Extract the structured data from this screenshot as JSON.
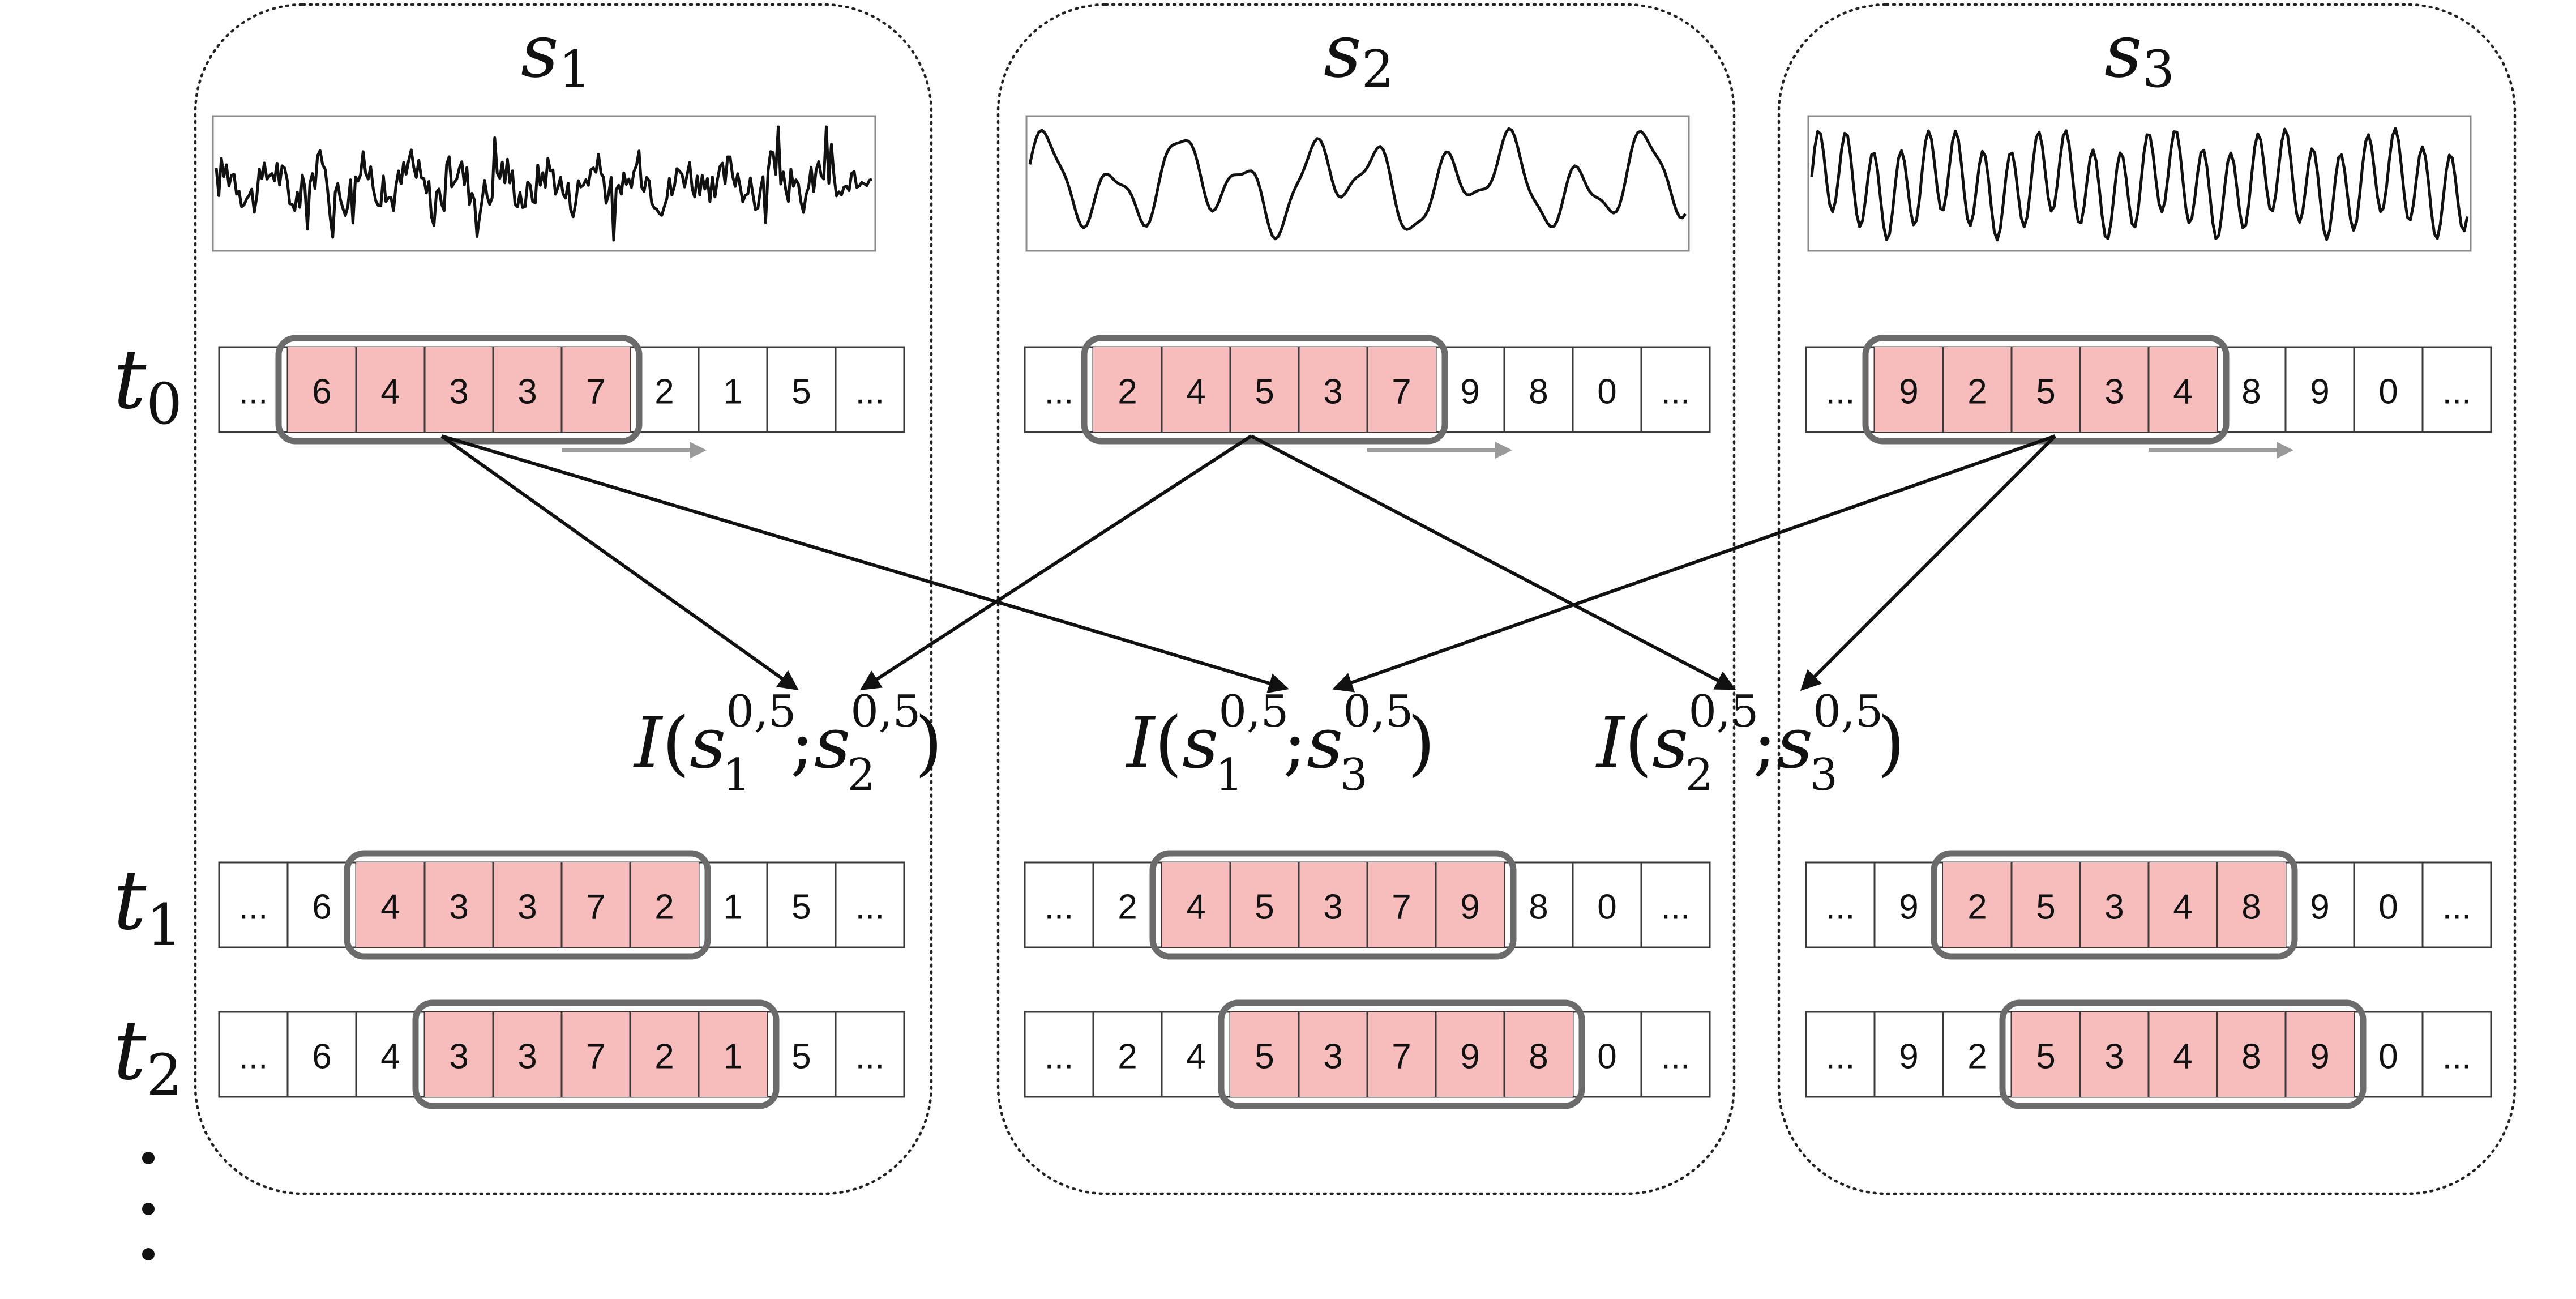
{
  "signals": [
    {
      "name": "s",
      "sub": "1",
      "waveform_style": "noisy-spiky",
      "sequence_t0": [
        "...",
        "6",
        "4",
        "3",
        "3",
        "7",
        "2",
        "1",
        "5",
        "..."
      ],
      "sequence_t1": [
        "...",
        "6",
        "4",
        "3",
        "3",
        "7",
        "2",
        "1",
        "5",
        "..."
      ],
      "sequence_t2": [
        "...",
        "6",
        "4",
        "3",
        "3",
        "7",
        "2",
        "1",
        "5",
        "..."
      ],
      "window_start": [
        1,
        2,
        3
      ]
    },
    {
      "name": "s",
      "sub": "2",
      "waveform_style": "smooth-oscillation",
      "sequence_t0": [
        "...",
        "2",
        "4",
        "5",
        "3",
        "7",
        "9",
        "8",
        "0",
        "..."
      ],
      "sequence_t1": [
        "...",
        "2",
        "4",
        "5",
        "3",
        "7",
        "9",
        "8",
        "0",
        "..."
      ],
      "sequence_t2": [
        "...",
        "2",
        "4",
        "5",
        "3",
        "7",
        "9",
        "8",
        "0",
        "..."
      ],
      "window_start": [
        1,
        2,
        3
      ]
    },
    {
      "name": "s",
      "sub": "3",
      "waveform_style": "fast-oscillation",
      "sequence_t0": [
        "...",
        "9",
        "2",
        "5",
        "3",
        "4",
        "8",
        "9",
        "0",
        "..."
      ],
      "sequence_t1": [
        "...",
        "9",
        "2",
        "5",
        "3",
        "4",
        "8",
        "9",
        "0",
        "..."
      ],
      "sequence_t2": [
        "...",
        "9",
        "2",
        "5",
        "3",
        "4",
        "8",
        "9",
        "0",
        "..."
      ],
      "window_start": [
        1,
        2,
        3
      ]
    }
  ],
  "time_labels": [
    {
      "name": "t",
      "sub": "0"
    },
    {
      "name": "t",
      "sub": "1"
    },
    {
      "name": "t",
      "sub": "2"
    }
  ],
  "window_length": 5,
  "mutual_information": [
    {
      "I": "I",
      "open": "(",
      "a": "s",
      "a_sub": "1",
      "a_sup": "0,5",
      "sep": ";",
      "b": "s",
      "b_sub": "2",
      "b_sup": "0,5",
      "close": ")"
    },
    {
      "I": "I",
      "open": "(",
      "a": "s",
      "a_sub": "1",
      "a_sup": "0,5",
      "sep": ";",
      "b": "s",
      "b_sub": "3",
      "b_sup": "0,5",
      "close": ")"
    },
    {
      "I": "I",
      "open": "(",
      "a": "s",
      "a_sub": "2",
      "a_sup": "0,5",
      "sep": ";",
      "b": "s",
      "b_sub": "3",
      "b_sup": "0,5",
      "close": ")"
    }
  ],
  "arrows": [
    {
      "from_signal": 0,
      "to_mi": 0
    },
    {
      "from_signal": 0,
      "to_mi": 1
    },
    {
      "from_signal": 1,
      "to_mi": 0
    },
    {
      "from_signal": 1,
      "to_mi": 2
    },
    {
      "from_signal": 2,
      "to_mi": 1
    },
    {
      "from_signal": 2,
      "to_mi": 2
    }
  ],
  "colors": {
    "window_fill": "#f7bcbc",
    "window_border": "#6b6b6b",
    "slide_arrow": "#9a9a9a",
    "ink": "#111111"
  }
}
